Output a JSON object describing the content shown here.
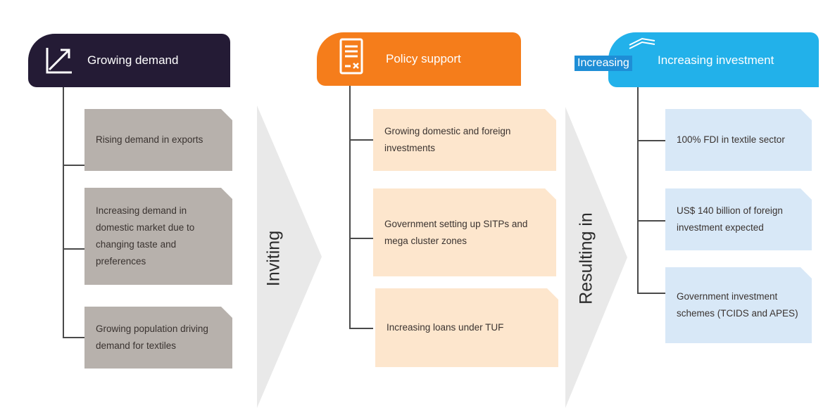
{
  "columns": [
    {
      "title": "Growing demand",
      "color": "#241b35",
      "icon": "chart-trend-icon",
      "items": [
        "Rising demand in exports",
        "Increasing demand in domestic market due to changing taste and preferences",
        "Growing population driving demand for textiles"
      ]
    },
    {
      "title": "Policy support",
      "color": "#f57d1b",
      "icon": "document-icon",
      "items": [
        "Growing domestic and foreign investments",
        "Government setting up SITPs and mega cluster zones",
        "Increasing loans under TUF"
      ]
    },
    {
      "title": "Increasing investment",
      "overlay_label": "Increasing",
      "color": "#22b1ea",
      "icon": "money-icon",
      "items": [
        "100% FDI in textile sector",
        "US$ 140 billion of foreign investment expected",
        "Government investment schemes (TCIDS and APES)"
      ]
    }
  ],
  "connectors": [
    "Inviting",
    "Resulting in"
  ]
}
